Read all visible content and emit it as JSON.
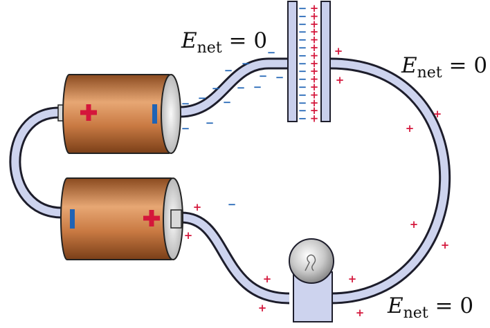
{
  "labels": {
    "e_top_left": {
      "symbol": "E",
      "subscript": "net",
      "rest": " = 0"
    },
    "e_top_right": {
      "symbol": "E",
      "subscript": "net",
      "rest": " = 0"
    },
    "e_bottom_right": {
      "symbol": "E",
      "subscript": "net",
      "rest": " = 0"
    }
  },
  "signs": {
    "positive": "+",
    "negative": "−"
  },
  "colors": {
    "wire_fill": "#cdd3ee",
    "wire_stroke": "#1d1d2b",
    "battery_body_dark": "#8a4a1f",
    "battery_body_light": "#e7a774",
    "positive": "#d4163b",
    "negative": "#1f63b5",
    "capacitor_plate": "#c9cfec"
  }
}
